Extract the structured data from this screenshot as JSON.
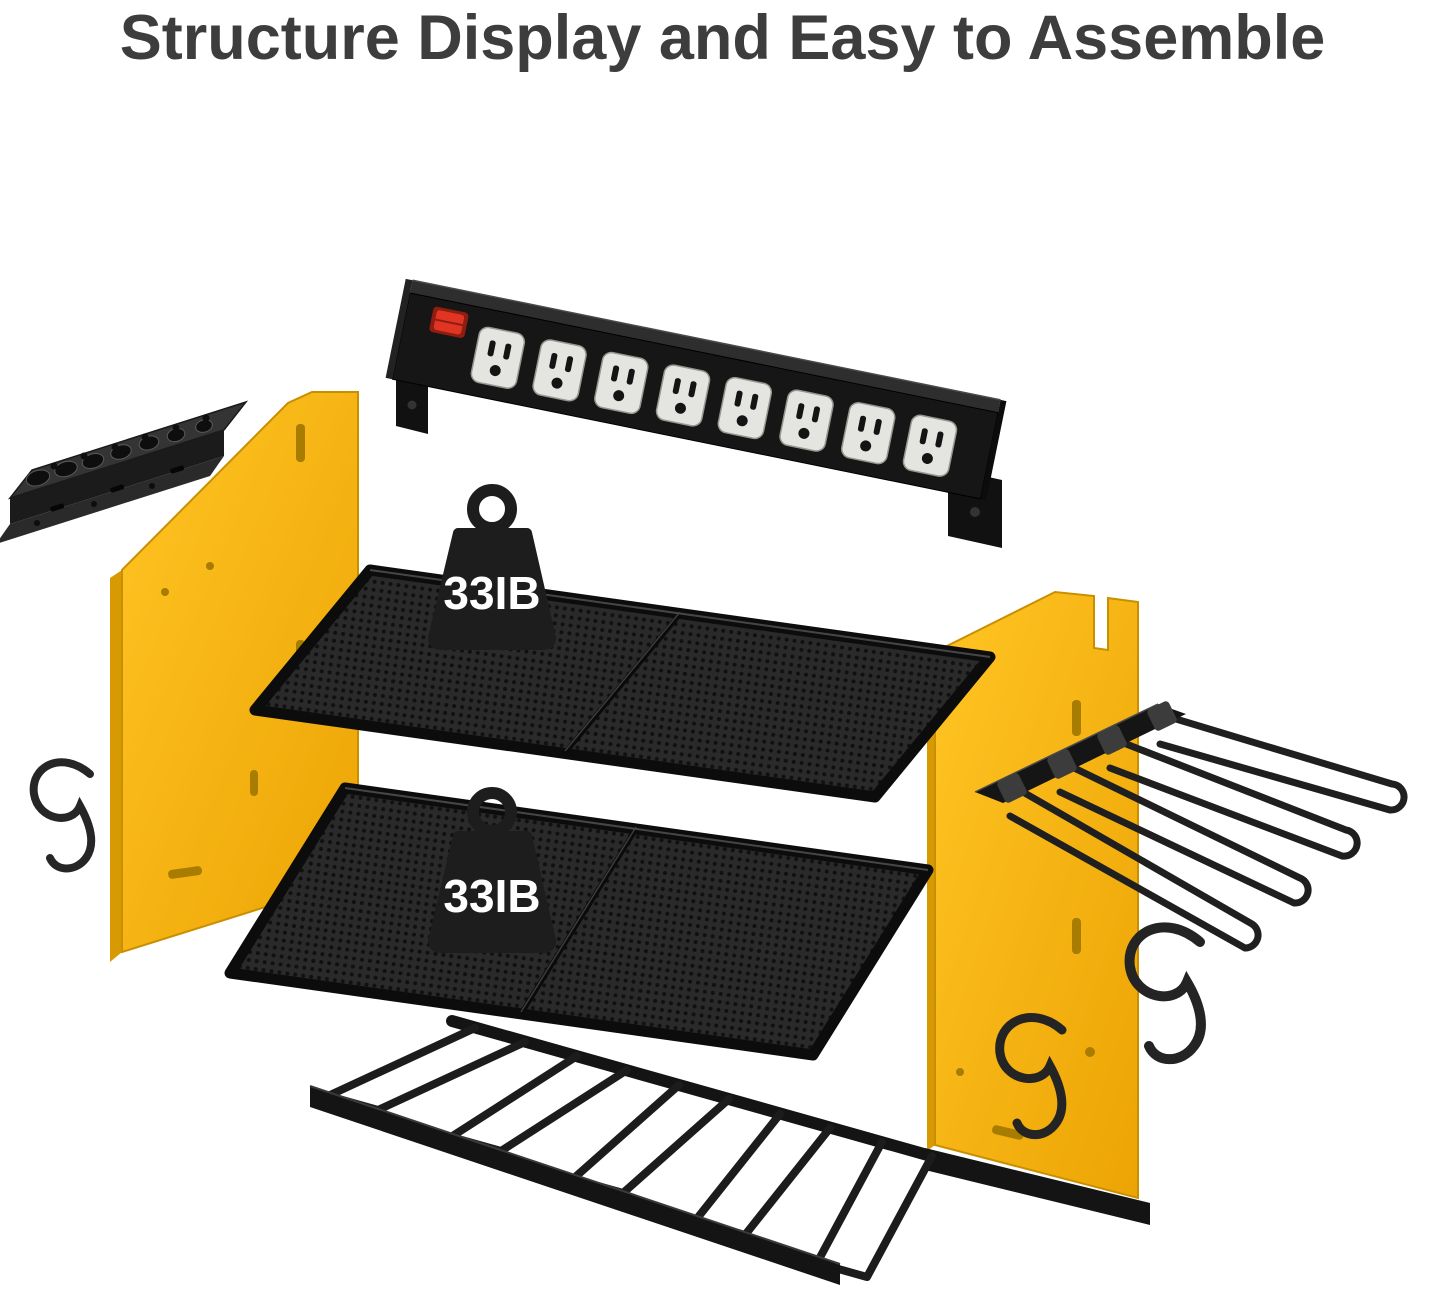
{
  "page": {
    "title": "Structure Display and Easy to Assemble",
    "background_color": "#ffffff",
    "title_color": "#3d3d3d"
  },
  "colors": {
    "panel_yellow": "#f7b80f",
    "panel_yellow_shade": "#d89a03",
    "panel_cutout": "#a87c00",
    "frame_black": "#151515",
    "mesh_gray": "#292929",
    "outlet_white": "#e4e4e1",
    "switch_red": "#e13524",
    "badge_black": "#1d1d1d",
    "badge_text_white": "#ffffff"
  },
  "badges": {
    "upper_shelf_capacity": "33IB",
    "lower_shelf_capacity": "33IB"
  },
  "parts": {
    "power_strip": "power-strip-8-outlets",
    "drill_bit_holder": "drill-bit-holder-bracket",
    "left_panel": "yellow-side-panel-left",
    "right_panel": "yellow-side-panel-right",
    "upper_shelf": "mesh-shelf-upper",
    "lower_shelf": "mesh-shelf-lower",
    "side_tool_rack": "tool-hanger-rack-right",
    "bottom_tool_rack": "tool-hanger-rack-bottom",
    "hooks": "s-hooks"
  }
}
